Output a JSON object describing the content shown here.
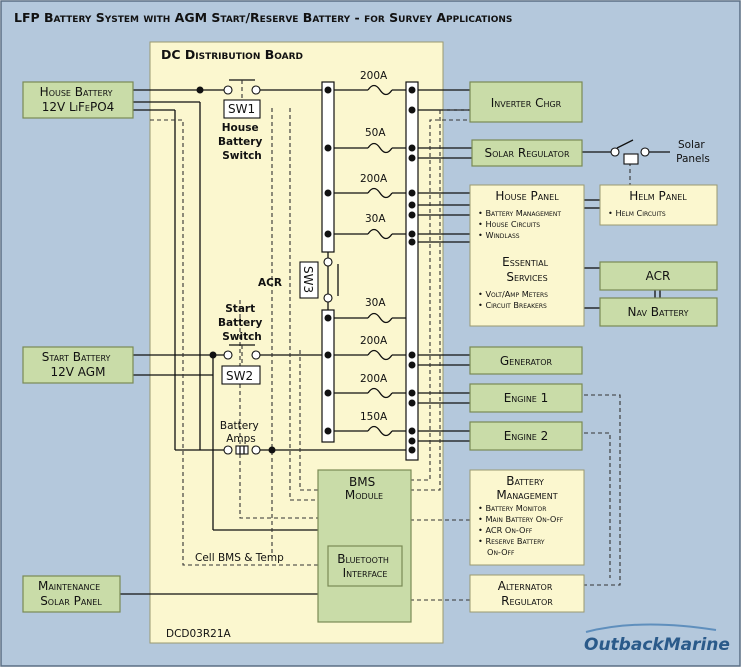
{
  "title": "LFP Battery System with AGM Start/Reserve Battery - for Survey Applications",
  "board": {
    "title": "DC Distribution Board",
    "code": "DCD03R21A",
    "cell_bms": "Cell BMS & Temp",
    "acr_label": "ACR",
    "sw1": "SW1",
    "sw2": "SW2",
    "sw3": "SW3",
    "house_switch": [
      "House",
      "Battery",
      "Switch"
    ],
    "start_switch": [
      "Start",
      "Battery",
      "Switch"
    ],
    "battery_amps": [
      "Battery",
      "Amps"
    ],
    "bms": [
      "BMS",
      "Module"
    ],
    "bluetooth": [
      "Bluetooth",
      "Interface"
    ]
  },
  "fuses": [
    "200A",
    "50A",
    "200A",
    "30A",
    "30A",
    "200A",
    "200A",
    "150A"
  ],
  "left_boxes": {
    "house_battery": [
      "House Battery",
      "12V LiFePO4"
    ],
    "start_battery": [
      "Start Battery",
      "12V AGM"
    ],
    "maintenance_solar": [
      "Maintenance",
      "Solar Panel"
    ]
  },
  "right": {
    "inverter": "Inverter Chgr",
    "solar_regulator": "Solar Regulator",
    "solar_panels": [
      "Solar",
      "Panels"
    ],
    "house_panel": {
      "title": "House Panel",
      "items": [
        "Battery Management",
        "House Circuits",
        "Windlass"
      ]
    },
    "essential": {
      "title": [
        "Essential",
        "Services"
      ],
      "items": [
        "Volt/Amp Meters",
        "Circuit Breakers"
      ]
    },
    "helm_panel": {
      "title": "Helm Panel",
      "items": [
        "Helm Circuits"
      ]
    },
    "acr": "ACR",
    "nav_battery": "Nav Battery",
    "generator": "Generator",
    "engine1": "Engine 1",
    "engine2": "Engine 2",
    "battery_management": {
      "title": [
        "Battery",
        "Management"
      ],
      "items": [
        "Battery Monitor",
        "Main Battery On-Off",
        "ACR On-Off",
        "Reserve Battery",
        "On-Off"
      ]
    },
    "alternator": [
      "Alternator",
      "Regulator"
    ]
  },
  "logo": "OutbackMarine",
  "colors": {
    "background": "#b4c8dc",
    "board": "#fbf7cf",
    "component": "#c9dca8"
  }
}
